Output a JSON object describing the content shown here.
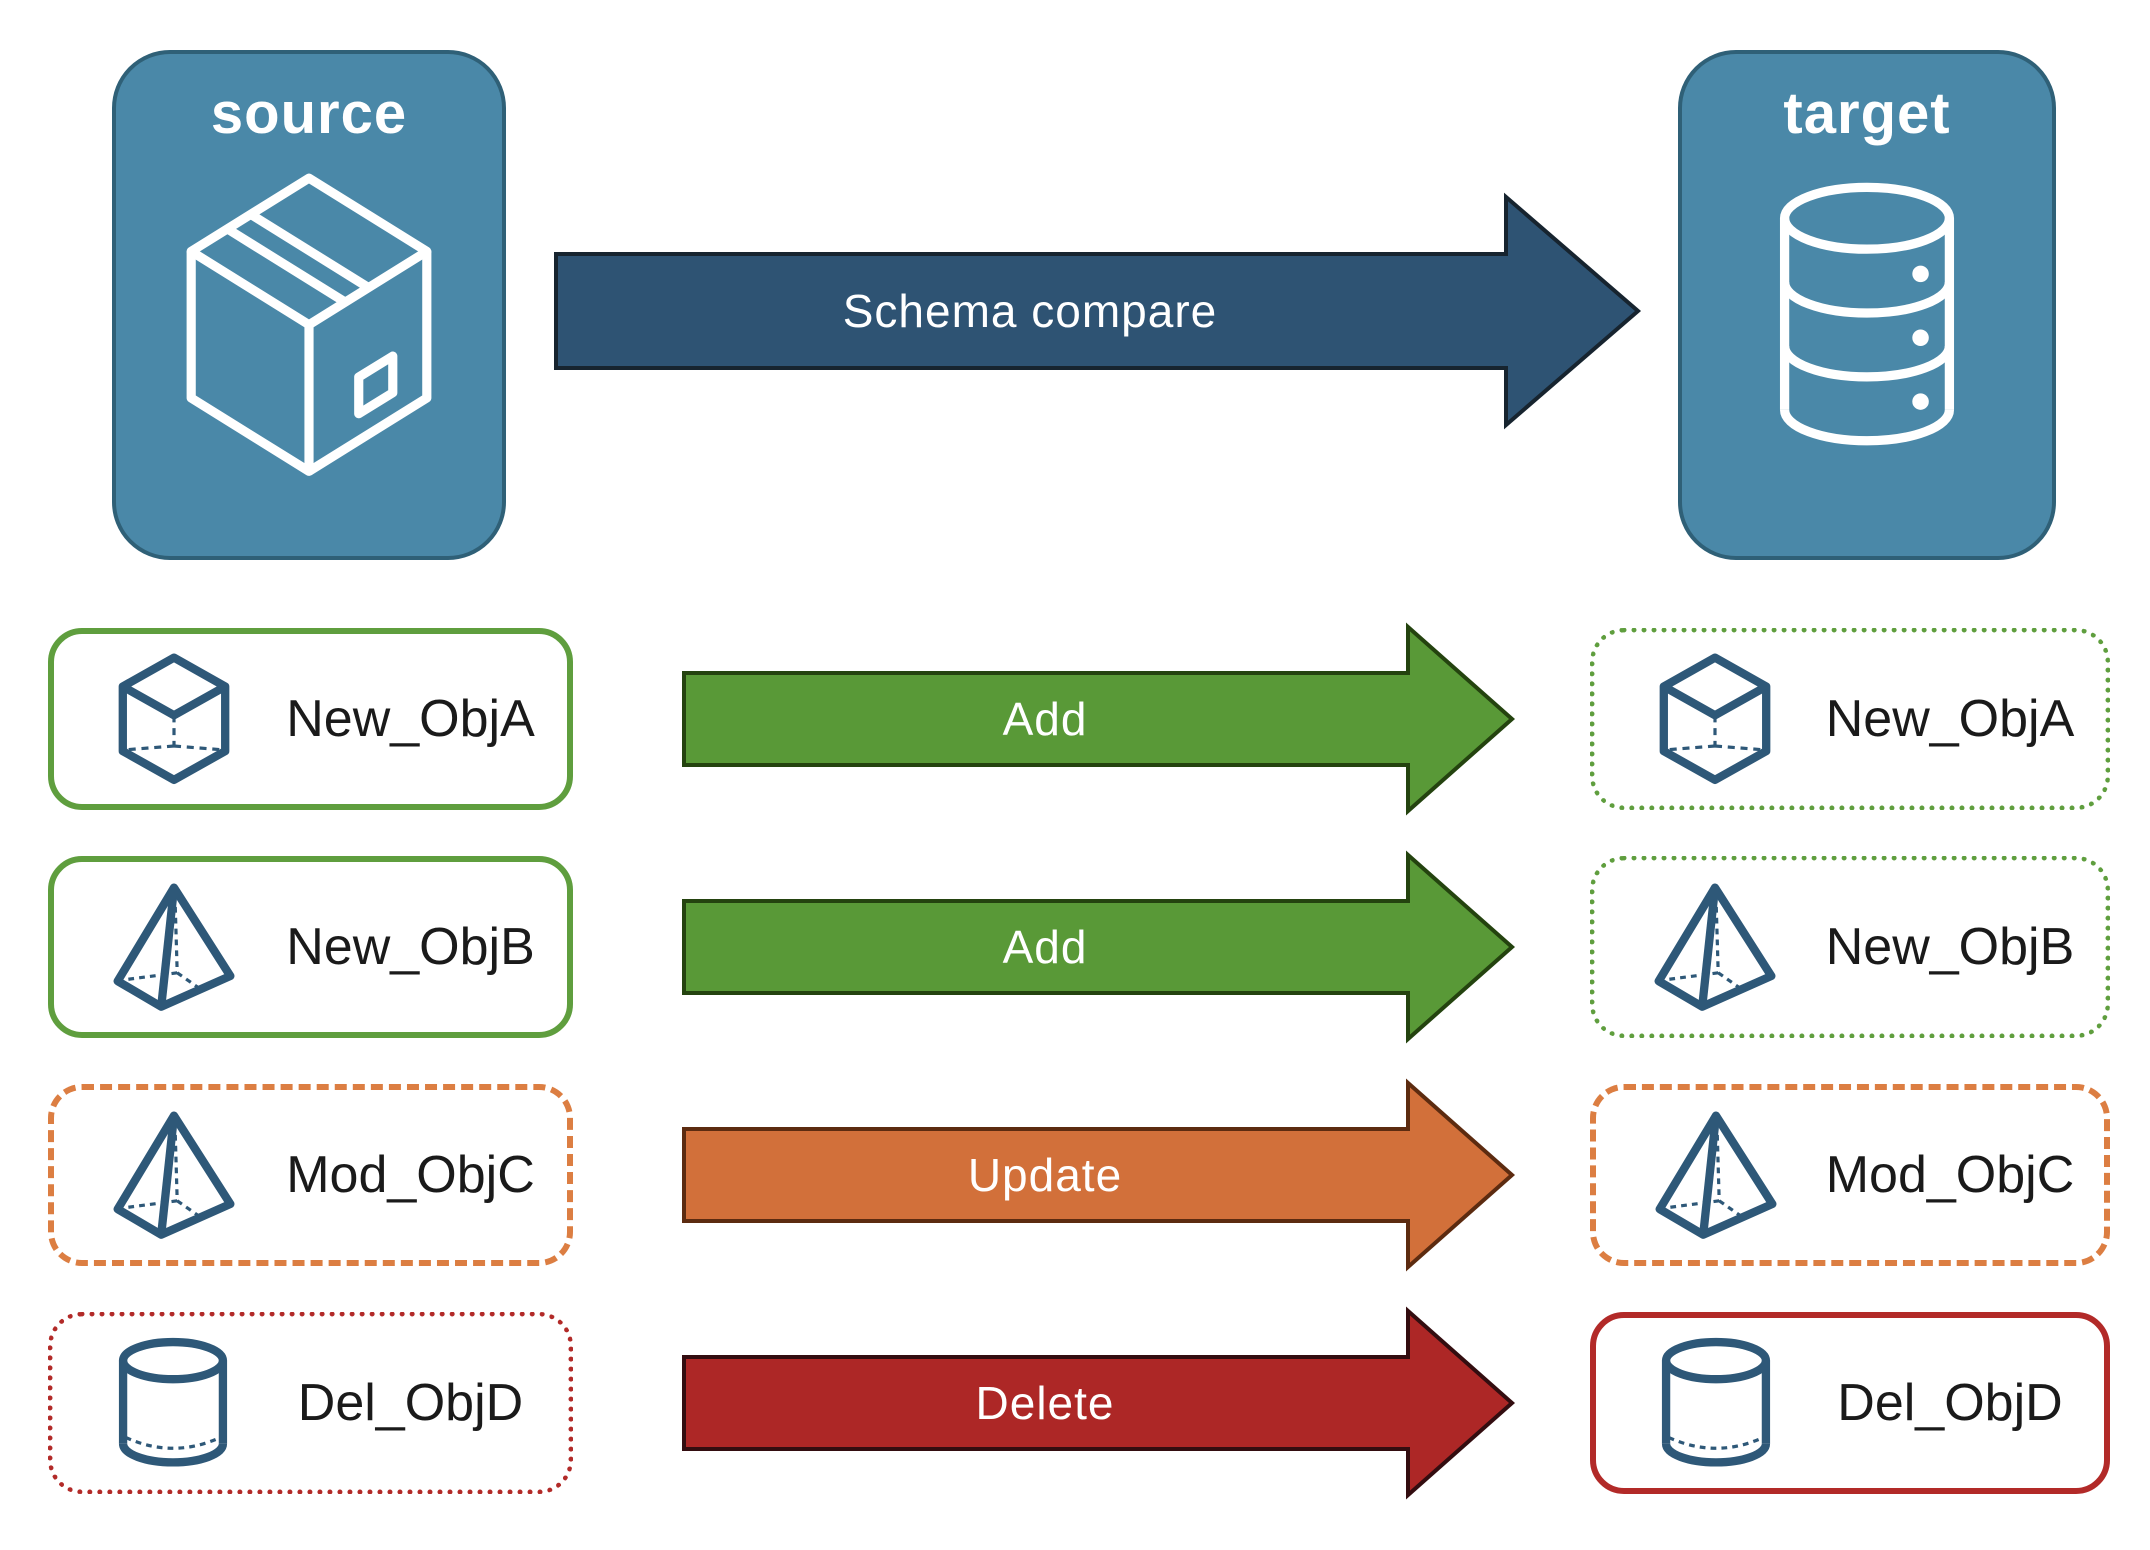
{
  "source_panel": {
    "label": "source",
    "icon": "package-icon"
  },
  "target_panel": {
    "label": "target",
    "icon": "database-icon"
  },
  "compare_arrow": {
    "label": "Schema compare",
    "fill": "#2E5373",
    "outline": "#17242F"
  },
  "rows": [
    {
      "object": "New_ObjA",
      "icon": "cube-icon",
      "action": "Add",
      "arrow_fill": "#599937",
      "arrow_outline": "#24430F",
      "source_box": {
        "border_style": "solid",
        "border_color": "#5F9E3E"
      },
      "target_box": {
        "border_style": "dotted",
        "border_color": "#5F9E3E"
      }
    },
    {
      "object": "New_ObjB",
      "icon": "pyramid-icon",
      "action": "Add",
      "arrow_fill": "#599937",
      "arrow_outline": "#24430F",
      "source_box": {
        "border_style": "solid",
        "border_color": "#5F9E3E"
      },
      "target_box": {
        "border_style": "dotted",
        "border_color": "#5F9E3E"
      }
    },
    {
      "object": "Mod_ObjC",
      "icon": "pyramid-icon",
      "action": "Update",
      "arrow_fill": "#D2703A",
      "arrow_outline": "#5C2B10",
      "source_box": {
        "border_style": "dashed",
        "border_color": "#DC7E42"
      },
      "target_box": {
        "border_style": "dashed",
        "border_color": "#DC7E42"
      }
    },
    {
      "object": "Del_ObjD",
      "icon": "cylinder-icon",
      "action": "Delete",
      "arrow_fill": "#AD2726",
      "arrow_outline": "#330D10",
      "source_box": {
        "border_style": "dotted",
        "border_color": "#B22A28"
      },
      "target_box": {
        "border_style": "solid",
        "border_color": "#B22A28"
      }
    }
  ],
  "colors": {
    "background": "#FFFFFF",
    "panel_fill": "#4A88A8",
    "panel_border": "#2F6077",
    "panel_text": "#FFFFFF",
    "icon_blue": "#2E5878",
    "label_text": "#1A1A1A"
  }
}
